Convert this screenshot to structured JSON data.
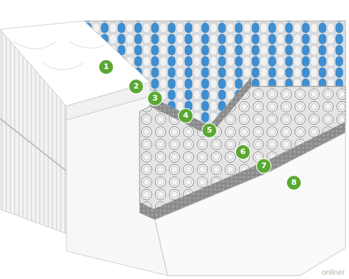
{
  "diagram": {
    "labels": [
      "1",
      "2",
      "3",
      "4",
      "5",
      "6",
      "7",
      "8",
      "onliner"
    ]
  }
}
